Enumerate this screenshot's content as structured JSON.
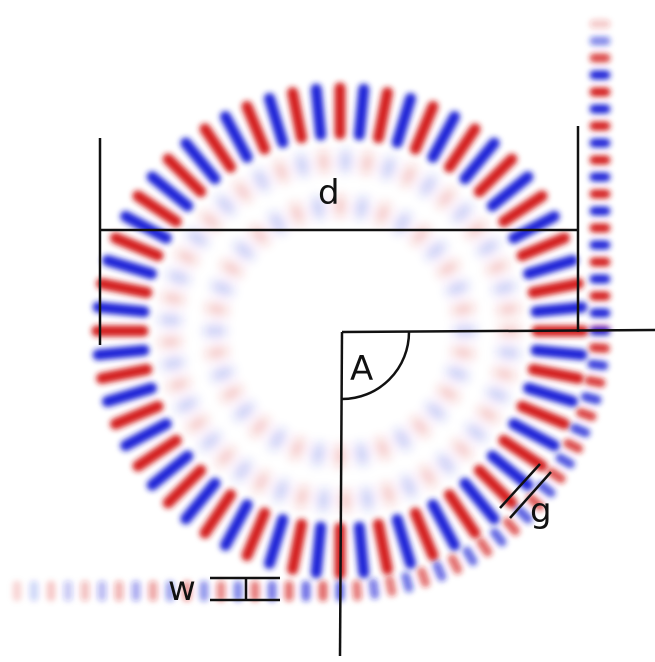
{
  "figure": {
    "labels": {
      "diameter": "d",
      "angle": "A",
      "gap": "g",
      "width": "w"
    },
    "ring": {
      "field_lobes": 64,
      "colors": {
        "positive": "#d31a1a",
        "negative": "#1a22d6"
      }
    },
    "bus_waveguide": {
      "field_lobes": 30,
      "colors": {
        "positive": "#d31a1a",
        "negative": "#1a22d6"
      }
    }
  }
}
